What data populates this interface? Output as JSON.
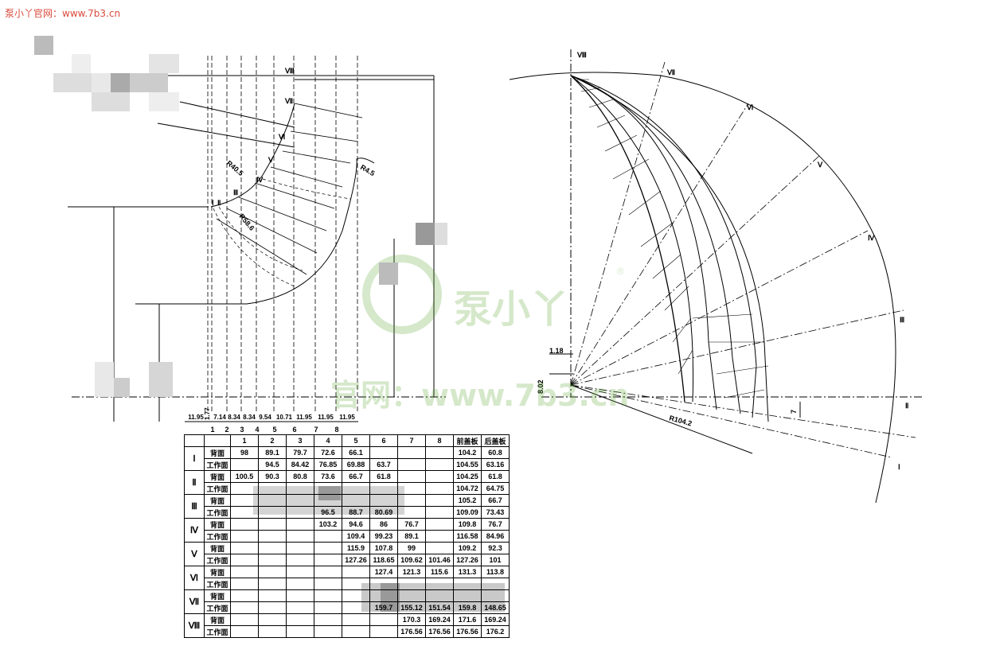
{
  "watermark": {
    "site": "泵小丫官网：www.7b3.cn",
    "logo": "泵小丫",
    "url_text": "官网：www.7b3.cn",
    "registered": "®"
  },
  "meridional": {
    "section_labels": [
      "Ⅰ",
      "Ⅱ",
      "Ⅲ",
      "Ⅳ",
      "Ⅴ",
      "Ⅵ",
      "Ⅶ",
      "Ⅷ"
    ],
    "radius_labels": [
      "R40.5",
      "R4.5",
      "R58.6"
    ],
    "station_numbers": [
      "1",
      "2",
      "3",
      "4",
      "5",
      "6",
      "7",
      "8"
    ],
    "spacings": [
      "11.95",
      "7.14",
      "8.34",
      "8.34",
      "9.54",
      "10.71",
      "11.95",
      "11.95",
      "11.95"
    ],
    "small_dim": "1.77"
  },
  "plan": {
    "section_labels": [
      "Ⅷ",
      "Ⅶ",
      "Ⅵ",
      "Ⅴ",
      "Ⅳ",
      "Ⅲ",
      "Ⅱ",
      "Ⅰ"
    ],
    "dim_1": "1.18",
    "dim_2": "8.02",
    "radius": "R104.2",
    "angle": "7"
  },
  "table": {
    "headers": [
      "",
      "",
      "1",
      "2",
      "3",
      "4",
      "5",
      "6",
      "7",
      "8",
      "前盖板",
      "后盖板"
    ],
    "rows": [
      {
        "section": "Ⅰ",
        "face": "背面",
        "cells": [
          "98",
          "89.1",
          "79.7",
          "72.6",
          "66.1",
          "",
          "",
          "",
          "104.2",
          "60.8"
        ]
      },
      {
        "section": "",
        "face": "工作面",
        "cells": [
          "",
          "94.5",
          "84.42",
          "76.85",
          "69.88",
          "63.7",
          "",
          "",
          "104.55",
          "63.16"
        ]
      },
      {
        "section": "Ⅱ",
        "face": "背面",
        "cells": [
          "100.5",
          "90.3",
          "80.8",
          "73.6",
          "66.7",
          "61.8",
          "",
          "",
          "104.25",
          "61.8"
        ]
      },
      {
        "section": "",
        "face": "工作面",
        "cells": [
          "",
          "",
          "",
          "",
          "",
          "",
          "",
          "",
          "104.72",
          "64.75"
        ]
      },
      {
        "section": "Ⅲ",
        "face": "背面",
        "cells": [
          "",
          "",
          "",
          "",
          "",
          "",
          "",
          "",
          "105.2",
          "66.7"
        ]
      },
      {
        "section": "",
        "face": "工作面",
        "cells": [
          "",
          "",
          "",
          "96.5",
          "88.7",
          "80.69",
          "",
          "",
          "109.09",
          "73.43"
        ]
      },
      {
        "section": "Ⅳ",
        "face": "背面",
        "cells": [
          "",
          "",
          "",
          "103.2",
          "94.6",
          "86",
          "76.7",
          "",
          "109.8",
          "76.7"
        ]
      },
      {
        "section": "",
        "face": "工作面",
        "cells": [
          "",
          "",
          "",
          "",
          "109.4",
          "99.23",
          "89.1",
          "",
          "116.58",
          "84.96"
        ]
      },
      {
        "section": "Ⅴ",
        "face": "背面",
        "cells": [
          "",
          "",
          "",
          "",
          "115.9",
          "107.8",
          "99",
          "",
          "109.2",
          "92.3"
        ]
      },
      {
        "section": "",
        "face": "工作面",
        "cells": [
          "",
          "",
          "",
          "",
          "127.26",
          "118.65",
          "109.62",
          "101.46",
          "127.26",
          "101"
        ]
      },
      {
        "section": "Ⅵ",
        "face": "背面",
        "cells": [
          "",
          "",
          "",
          "",
          "",
          "127.4",
          "121.3",
          "115.6",
          "131.3",
          "113.8"
        ]
      },
      {
        "section": "",
        "face": "工作面",
        "cells": [
          "",
          "",
          "",
          "",
          "",
          "",
          "",
          "",
          "",
          ""
        ]
      },
      {
        "section": "Ⅶ",
        "face": "背面",
        "cells": [
          "",
          "",
          "",
          "",
          "",
          "",
          "",
          "",
          "",
          ""
        ]
      },
      {
        "section": "",
        "face": "工作面",
        "cells": [
          "",
          "",
          "",
          "",
          "",
          "159.7",
          "155.12",
          "151.54",
          "159.8",
          "148.65"
        ]
      },
      {
        "section": "Ⅷ",
        "face": "背面",
        "cells": [
          "",
          "",
          "",
          "",
          "",
          "",
          "170.3",
          "169.24",
          "171.6",
          "169.24"
        ]
      },
      {
        "section": "",
        "face": "工作面",
        "cells": [
          "",
          "",
          "",
          "",
          "",
          "",
          "176.56",
          "176.56",
          "176.56",
          "176.2"
        ]
      }
    ]
  }
}
